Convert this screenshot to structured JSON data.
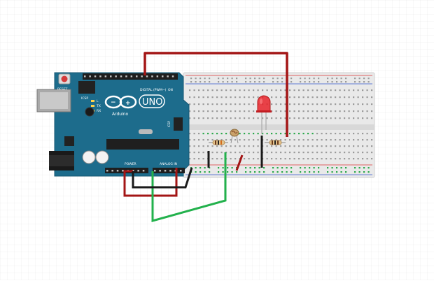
{
  "board": {
    "logo_text": "UNO",
    "brand_text": "Arduino",
    "reset_label": "RESET",
    "icsp_label": "ICSP",
    "digital_label": "DIGITAL (PWM~)",
    "analog_label": "ANALOG IN",
    "power_label": "POWER",
    "tx_label": "TX",
    "rx_label": "RX",
    "l_label": "L",
    "on_label": "ON",
    "icsp2_label": "ICSP"
  },
  "wire_colors": {
    "red": "#a31515",
    "green": "#22b14c",
    "black": "#1a1a1a"
  },
  "components": {
    "led_color": "#e8232a",
    "board_color": "#1d6c8c",
    "breadboard_color": "#e9e9e9"
  }
}
